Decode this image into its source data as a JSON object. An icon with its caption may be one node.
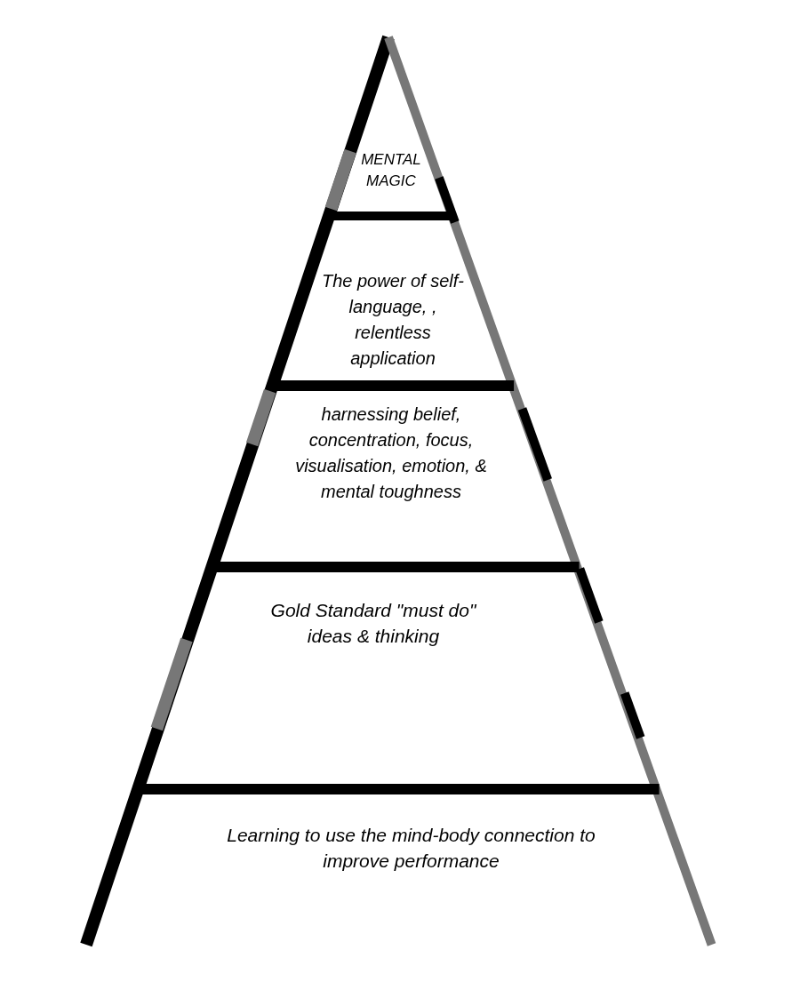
{
  "diagram": {
    "nodes": [
      {
        "text": [
          "MENTAL MAGIC"
        ]
      },
      {
        "text": [
          "The power of self-language, , relentless application"
        ]
      },
      {
        "text": [
          "harnessing belief, concentration, focus, visualisation, emotion, & mental toughness"
        ]
      },
      {
        "text": [
          "Gold Standard \"must do\" ideas & thinking"
        ]
      },
      {
        "text": [
          "Learning to use the mind-body connection to improve performance"
        ]
      }
    ]
  }
}
